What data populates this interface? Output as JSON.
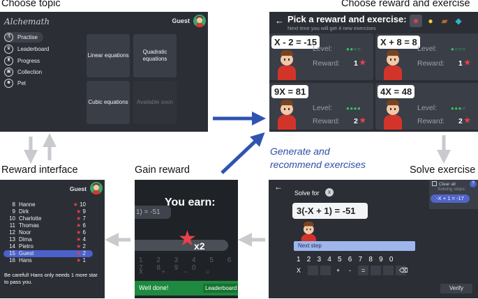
{
  "captions": {
    "choose_topic": "Choose topic",
    "choose_reward": "Choose reward and exercise",
    "reward_interface": "Reward interface",
    "gain_reward": "Gain reward",
    "generate": "Generate and",
    "recommend": "recommend exercises",
    "solve_exercise": "Solve exercise"
  },
  "topic_screen": {
    "app_name": "Alchemath",
    "user": "Guest",
    "sidebar": [
      {
        "label": "Practise",
        "icon": "flask-icon",
        "active": true
      },
      {
        "label": "Leaderboard",
        "icon": "crown-icon"
      },
      {
        "label": "Progress",
        "icon": "trophy-icon"
      },
      {
        "label": "Collection",
        "icon": "collection-icon"
      },
      {
        "label": "Pet",
        "icon": "pet-icon"
      }
    ],
    "topics": [
      {
        "label": "Linear equations"
      },
      {
        "label": "Quadratic equations"
      },
      {
        "label": "Cubic equations"
      },
      {
        "label": "Available soon",
        "disabled": true
      }
    ]
  },
  "reward_screen": {
    "back": "←",
    "title": "Pick a reward and exercise:",
    "subtitle": "Next time you will get 4 new exercises",
    "reward_tabs": [
      "star-icon",
      "coin-icon",
      "chest-icon",
      "fish-icon"
    ],
    "level_label": "Level:",
    "reward_label": "Reward:",
    "exercises": [
      {
        "equation": "X - 2 = -15",
        "level_dots": "●●○○",
        "reward": "1"
      },
      {
        "equation": "X + 8 = 8",
        "level_dots": "●○○○",
        "reward": "1"
      },
      {
        "equation": "9X = 81",
        "level_dots": "●●●●",
        "reward": "2"
      },
      {
        "equation": "4X = 48",
        "level_dots": "●●●○",
        "reward": "2"
      }
    ]
  },
  "leaderboard_screen": {
    "user": "Guest",
    "rows": [
      {
        "rank": "8",
        "name": "Hanne",
        "score": "10"
      },
      {
        "rank": "9",
        "name": "Dirk",
        "score": "9"
      },
      {
        "rank": "10",
        "name": "Charlotte",
        "score": "7"
      },
      {
        "rank": "11",
        "name": "Thomas",
        "score": "6"
      },
      {
        "rank": "12",
        "name": "Noor",
        "score": "6"
      },
      {
        "rank": "13",
        "name": "Dima",
        "score": "4"
      },
      {
        "rank": "14",
        "name": "Pietro",
        "score": "2"
      },
      {
        "rank": "15",
        "name": "Guest",
        "score": "2",
        "highlight": true
      },
      {
        "rank": "16",
        "name": "Hans",
        "score": "1"
      }
    ],
    "note": "Be careful! Hans only needs 1 more star to pass you."
  },
  "gain_screen": {
    "title": "You earn:",
    "ghost_equation": "1) = -51",
    "multiplier": "x2",
    "ghost_keys": "1 2 3 4 5 6 7 8 9 0",
    "ghost_ops": "X + − =",
    "done": "Well done!",
    "leaderboard_button": "Leaderboard"
  },
  "solve_screen": {
    "back": "←",
    "solve_for": "Solve for",
    "equation": "3(-X + 1) = -51",
    "next_step": "Next step",
    "keys": "1234567890",
    "ops": [
      "X",
      "+",
      "-",
      "=",
      "⌫"
    ],
    "clear_all": "Clear all",
    "solving_steps": "Solving steps:",
    "step": "-X + 1 = -17",
    "help": "?",
    "verify": "Verify"
  },
  "colors": {
    "arrow_blue": "#2f54b0",
    "arrow_grey": "#c8cacd",
    "screen_bg": "#2b2e35",
    "star_red": "#e8424a",
    "highlight_blue": "#4a62c9"
  }
}
